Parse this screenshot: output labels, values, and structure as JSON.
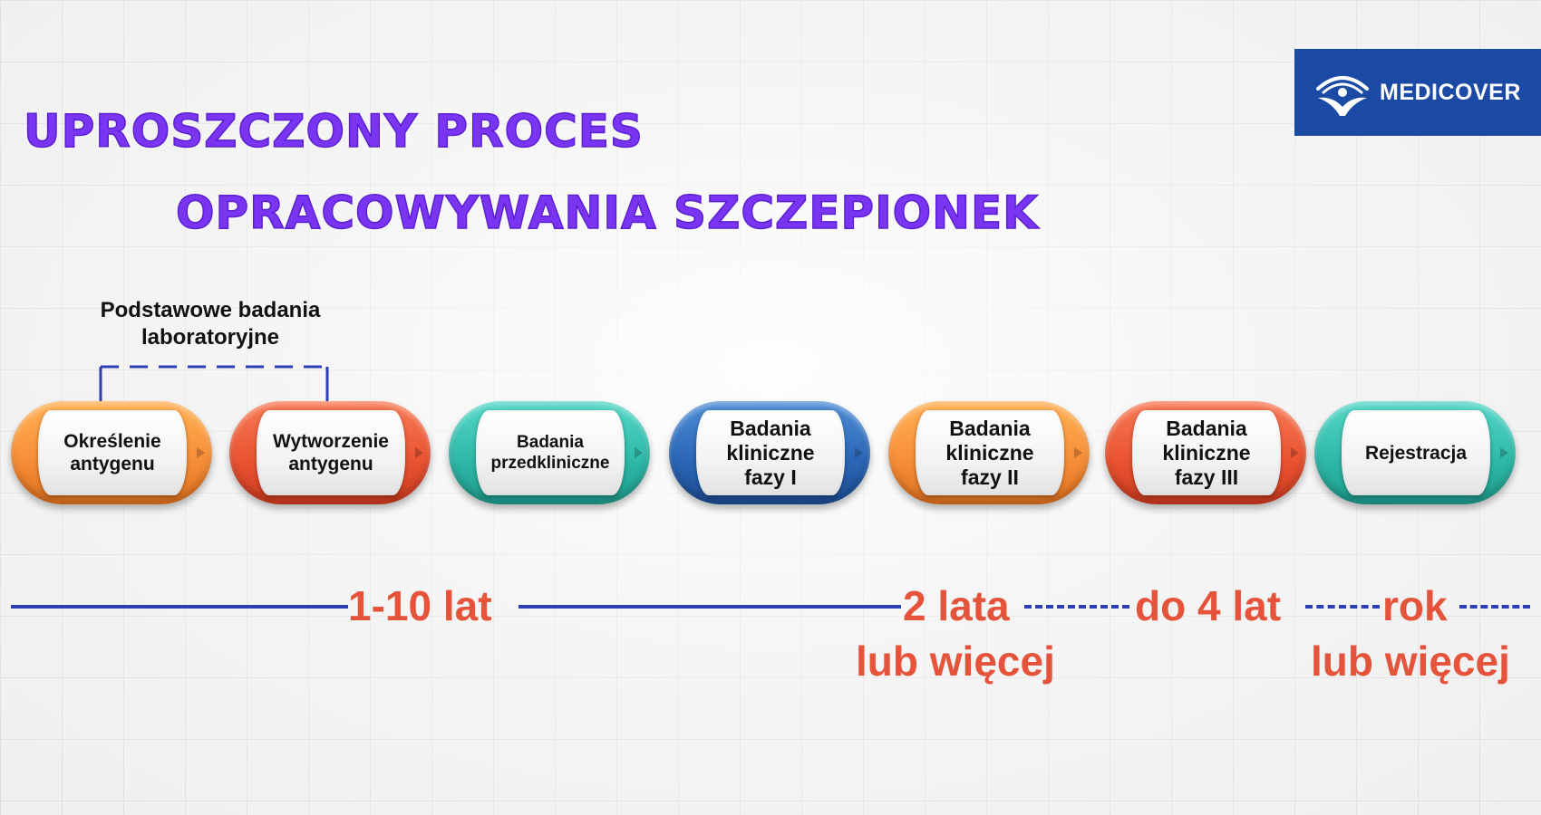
{
  "title": {
    "line1": "UPROSZCZONY PROCES",
    "line2": "OPRACOWYWANIA SZCZEPIONEK"
  },
  "logo": {
    "text": "MEDICOVER",
    "color": "#1a4aa3",
    "icon": "medicover-person-arc-icon"
  },
  "group_label": {
    "line1": "Podstawowe badania",
    "line2": "laboratoryjne"
  },
  "steps": [
    {
      "lines": [
        "Określenie",
        "antygenu"
      ],
      "color": "orange"
    },
    {
      "lines": [
        "Wytworzenie",
        "antygenu"
      ],
      "color": "red"
    },
    {
      "lines": [
        "Badania",
        "przedkliniczne"
      ],
      "color": "teal"
    },
    {
      "lines": [
        "Badania",
        "kliniczne",
        "fazy I"
      ],
      "color": "blue"
    },
    {
      "lines": [
        "Badania",
        "kliniczne",
        "fazy II"
      ],
      "color": "orange"
    },
    {
      "lines": [
        "Badania",
        "kliniczne",
        "fazy III"
      ],
      "color": "red"
    },
    {
      "lines": [
        "Rejestracja"
      ],
      "color": "teal"
    }
  ],
  "timeline": {
    "label1": "1-10 lat",
    "label2_line1": "2 lata",
    "label2_line2": "lub więcej",
    "label3": "do 4 lat",
    "label4_line1": "rok",
    "label4_line2": "lub więcej",
    "line_color": "#2d3fb5",
    "label_color": "#e5533a"
  }
}
